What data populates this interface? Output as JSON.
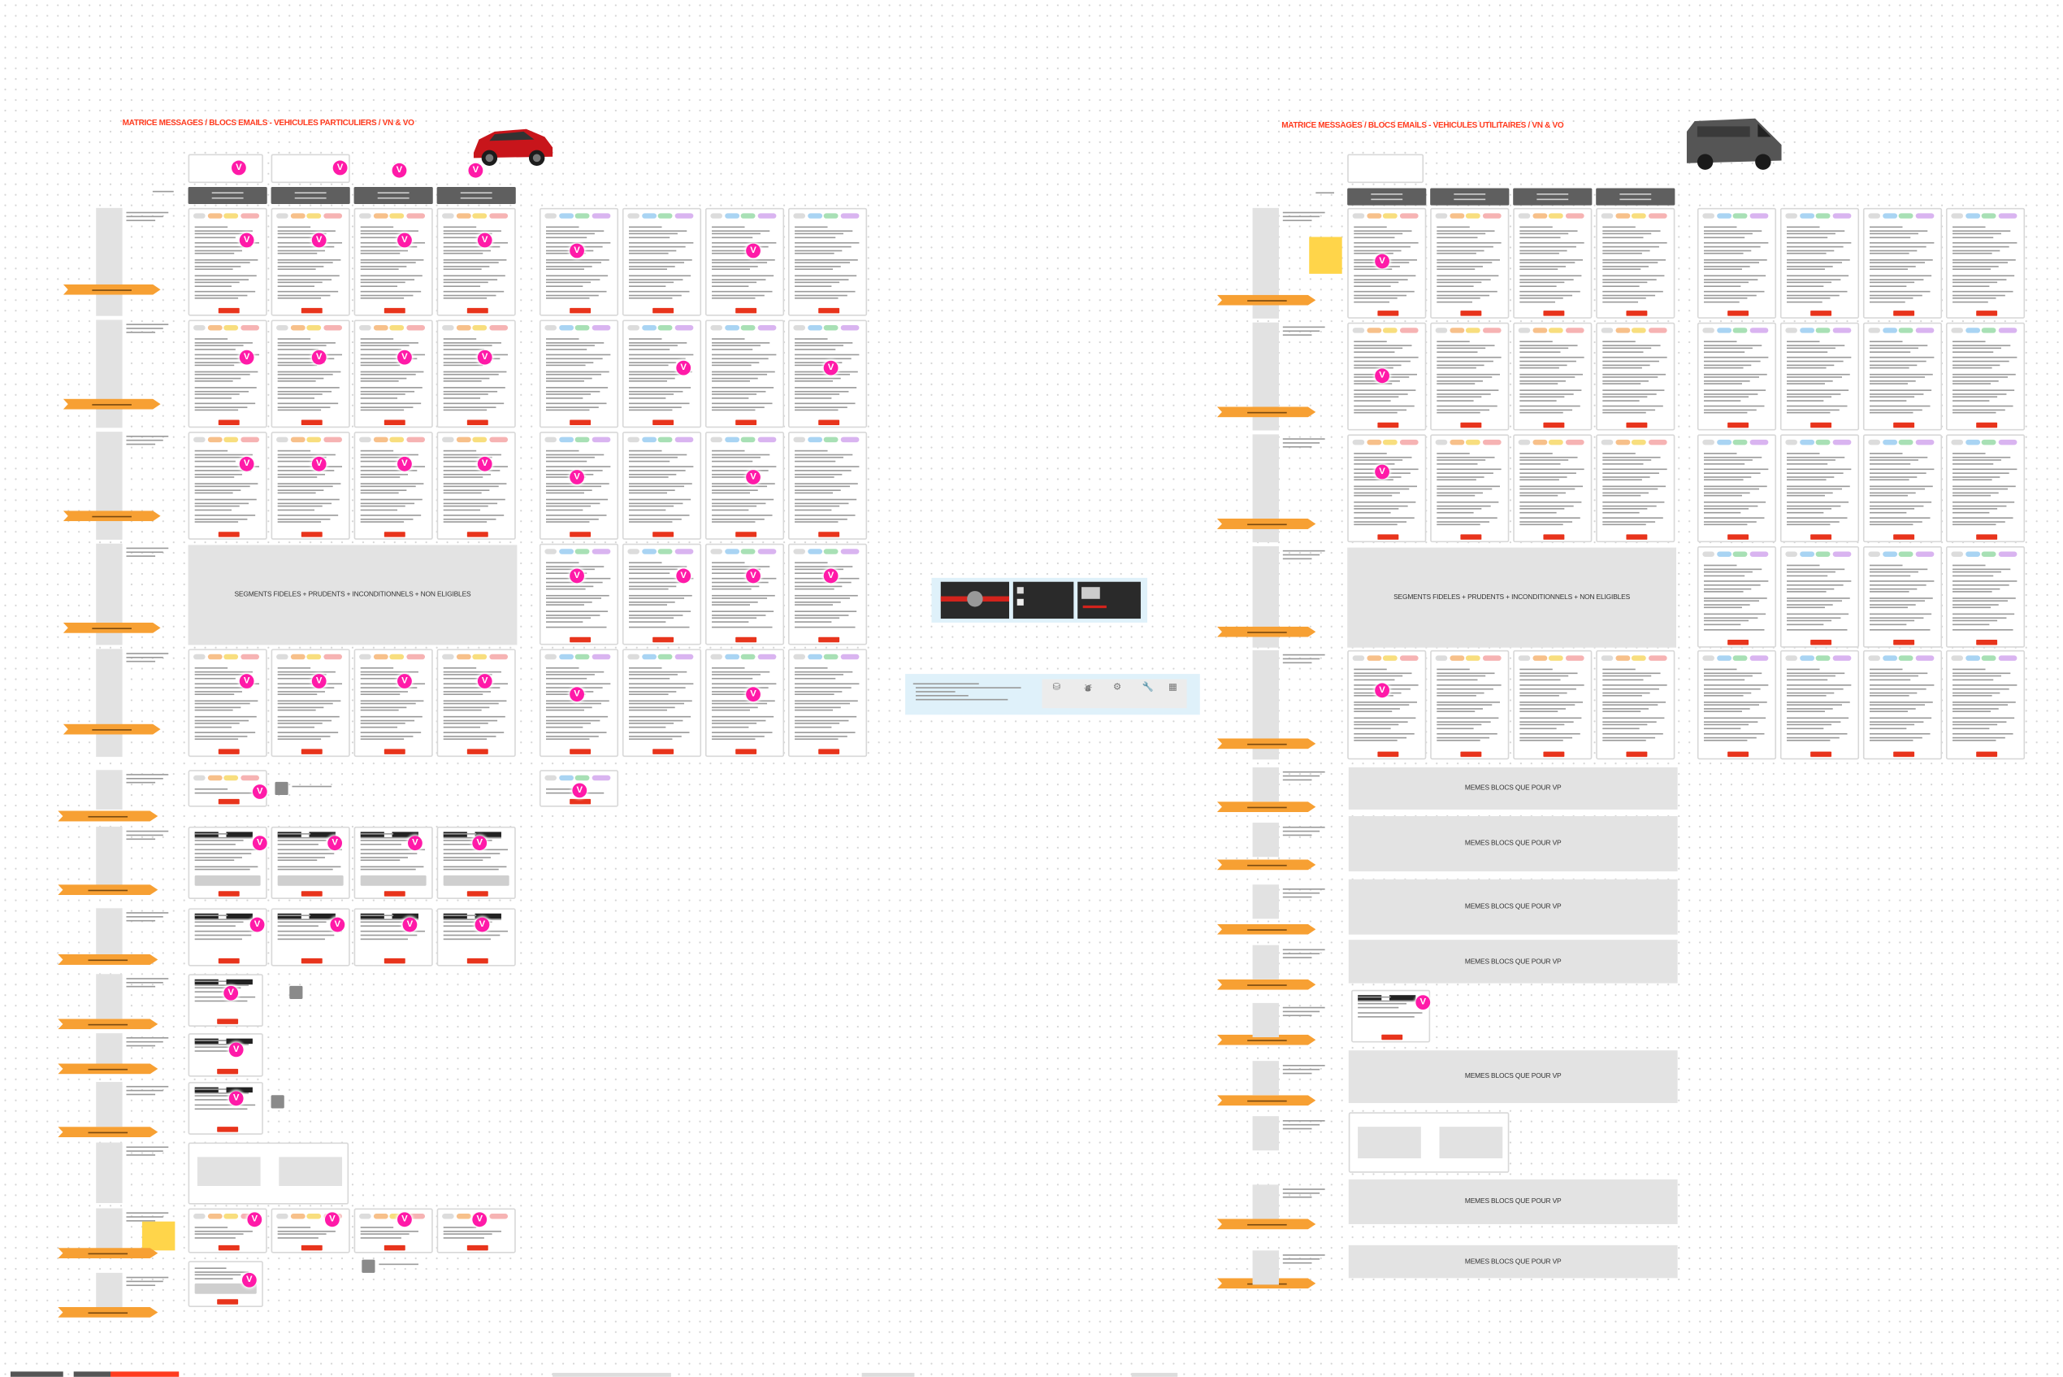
{
  "vp": {
    "title": "MATRICE MESSAGES / BLOCS EMAILS - VEHICULES PARTICULIERS / VN & VO",
    "car_image": "red-suv",
    "segments_banner": "SEGMENTS FIDELES + PRUDENTS + INCONDITIONNELS + NON ELIGIBLES"
  },
  "vu": {
    "title": "MATRICE MESSAGES / BLOCS EMAILS - VEHICULES UTILITAIRES / VN & VO",
    "car_image": "grey-van",
    "segments_banner": "SEGMENTS FIDELES + PRUDENTS + INCONDITIONNELS + NON ELIGIBLES",
    "same_blocks": [
      "MEMES BLOCS QUE POUR VP",
      "MEMES BLOCS QUE POUR VP",
      "MEMES BLOCS QUE POUR VP",
      "MEMES BLOCS QUE POUR VP",
      "MEMES BLOCS QUE POUR VP",
      "MEMES BLOCS QUE POUR VP",
      "MEMES BLOCS QUE POUR VP"
    ]
  },
  "badge_letter": "V",
  "colors": {
    "accent": "#ff3b1f",
    "arrow": "#f7a033",
    "badge": "#ff1aa8",
    "cta": "#e8341c",
    "header": "#5f5f5f"
  }
}
